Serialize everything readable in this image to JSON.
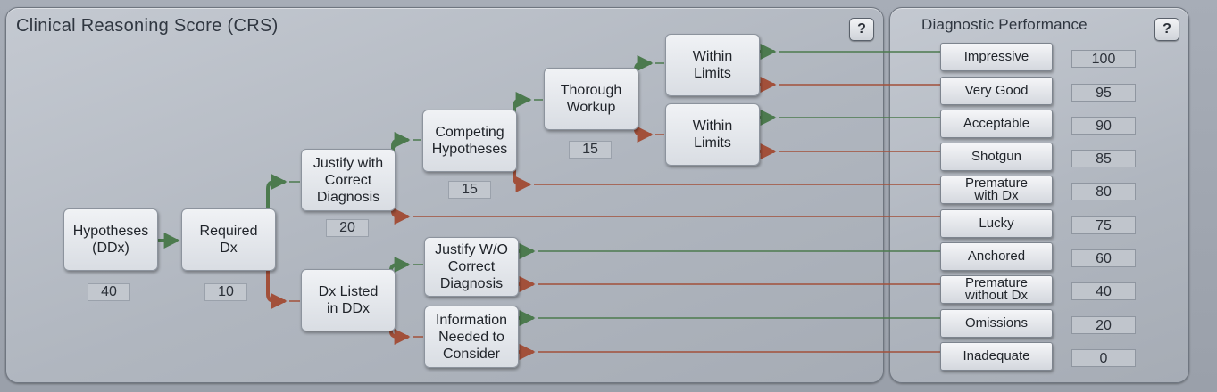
{
  "crs_panel": {
    "title": "Clinical Reasoning Score (CRS)",
    "help": "?"
  },
  "dp_panel": {
    "title": "Diagnostic Performance",
    "help": "?"
  },
  "nodes": {
    "hypotheses": {
      "label": "Hypotheses\n(DDx)",
      "score": "40"
    },
    "required_dx": {
      "label": "Required\nDx",
      "score": "10"
    },
    "justify_correct": {
      "label": "Justify with\nCorrect\nDiagnosis",
      "score": "20"
    },
    "dx_listed": {
      "label": "Dx Listed\nin DDx"
    },
    "competing": {
      "label": "Competing\nHypotheses",
      "score": "15"
    },
    "justify_wo": {
      "label": "Justify W/O\nCorrect\nDiagnosis"
    },
    "info_needed": {
      "label": "Information\nNeeded to\nConsider"
    },
    "thorough": {
      "label": "Thorough\nWorkup",
      "score": "15"
    },
    "within_1": {
      "label": "Within\nLimits"
    },
    "within_2": {
      "label": "Within\nLimits"
    }
  },
  "outcomes": [
    {
      "label": "Impressive",
      "value": "100"
    },
    {
      "label": "Very Good",
      "value": "95"
    },
    {
      "label": "Acceptable",
      "value": "90"
    },
    {
      "label": "Shotgun",
      "value": "85"
    },
    {
      "label": "Premature\nwith Dx",
      "value": "80"
    },
    {
      "label": "Lucky",
      "value": "75"
    },
    {
      "label": "Anchored",
      "value": "60"
    },
    {
      "label": "Premature\nwithout Dx",
      "value": "40"
    },
    {
      "label": "Omissions",
      "value": "20"
    },
    {
      "label": "Inadequate",
      "value": "0"
    }
  ],
  "colors": {
    "yes_path": "#4c7a4e",
    "no_path": "#a2503a",
    "panel_border": "#6f7680"
  }
}
